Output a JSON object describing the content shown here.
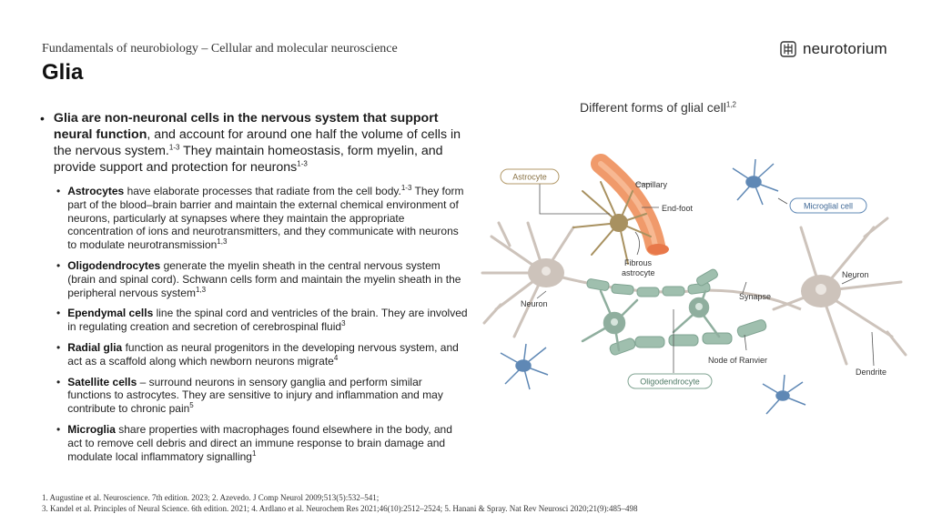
{
  "header": {
    "subtitle": "Fundamentals of neurobiology – Cellular and molecular neuroscience",
    "title": "Glia",
    "logo": "neurotorium"
  },
  "main": {
    "bold": "Glia are non-neuronal cells in the nervous system that support neural function",
    "text1": ", and account for around one half the volume of cells in the nervous system.",
    "sup1": "1-3",
    "text2": " They maintain homeostasis, form myelin, and provide support and protection for neurons",
    "sup2": "1-3"
  },
  "bullets": [
    {
      "term": "Astrocytes",
      "text": " have elaborate processes that radiate from the cell body.",
      "sup": "1-3",
      "text2": " They form part of the blood–brain barrier and maintain the external chemical environment of neurons, particularly at synapses where they maintain the appropriate concentration of ions and neurotransmitters, and they communicate with neurons to modulate neurotransmission",
      "sup2": "1,3"
    },
    {
      "term": "Oligodendrocytes",
      "text": " generate the myelin sheath in the central nervous system (brain and spinal cord). Schwann cells form and maintain the myelin sheath in the peripheral nervous system",
      "sup": "1,3",
      "text2": "",
      "sup2": ""
    },
    {
      "term": "Ependymal cells",
      "text": " line the spinal cord and ventricles of the brain. They are involved in regulating creation and secretion of cerebrospinal fluid",
      "sup": "3",
      "text2": "",
      "sup2": ""
    },
    {
      "term": "Radial glia",
      "text": " function as neural progenitors in the developing nervous system, and act as a scaffold along which newborn neurons migrate",
      "sup": "4",
      "text2": "",
      "sup2": ""
    },
    {
      "term": "Satellite cells",
      "text": " – surround neurons in sensory ganglia and perform similar functions to astrocytes. They are sensitive to injury and inflammation and may contribute to chronic pain",
      "sup": "5",
      "text2": "",
      "sup2": ""
    },
    {
      "term": "Microglia",
      "text": " share properties with macrophages found elsewhere in the body, and act to remove cell debris and direct an immune response to brain damage and modulate local inflammatory signalling",
      "sup": "1",
      "text2": "",
      "sup2": ""
    }
  ],
  "references": {
    "line1": "1. Augustine et al. Neuroscience. 7th edition. 2023; 2. Azevedo. J Comp Neurol 2009;513(5):532–541;",
    "line2": "3. Kandel et al. Principles of Neural Science. 6th edition. 2021; 4. Ardlano et al. Neurochem Res 2021;46(10):2512–2524; 5. Hanani & Spray. Nat Rev Neurosci 2020;21(9):485–498"
  },
  "figure": {
    "title": "Different forms of glial cell",
    "title_sup": "1,2",
    "labels": {
      "astrocyte": "Astrocyte",
      "capillary": "Capillary",
      "endfoot": "End-foot",
      "fibrous1": "Fibrous",
      "fibrous2": "astrocyte",
      "neuron_left": "Neuron",
      "neuron_right": "Neuron",
      "microglial": "Microglial cell",
      "synapse": "Synapse",
      "node": "Node of Ranvier",
      "oligodendrocyte": "Oligodendrocyte",
      "dendrite": "Dendrite"
    },
    "colors": {
      "astrocyte": "#a89160",
      "oligodendrocyte": "#8fae9e",
      "myelin": "#9fbfae",
      "neuron": "#cdc3bb",
      "microglia": "#5f88b5",
      "capillary": "#f09a6b",
      "pill_astro": "#b39a6a",
      "pill_micro": "#5f88b5",
      "pill_oligo": "#7fa391"
    }
  }
}
